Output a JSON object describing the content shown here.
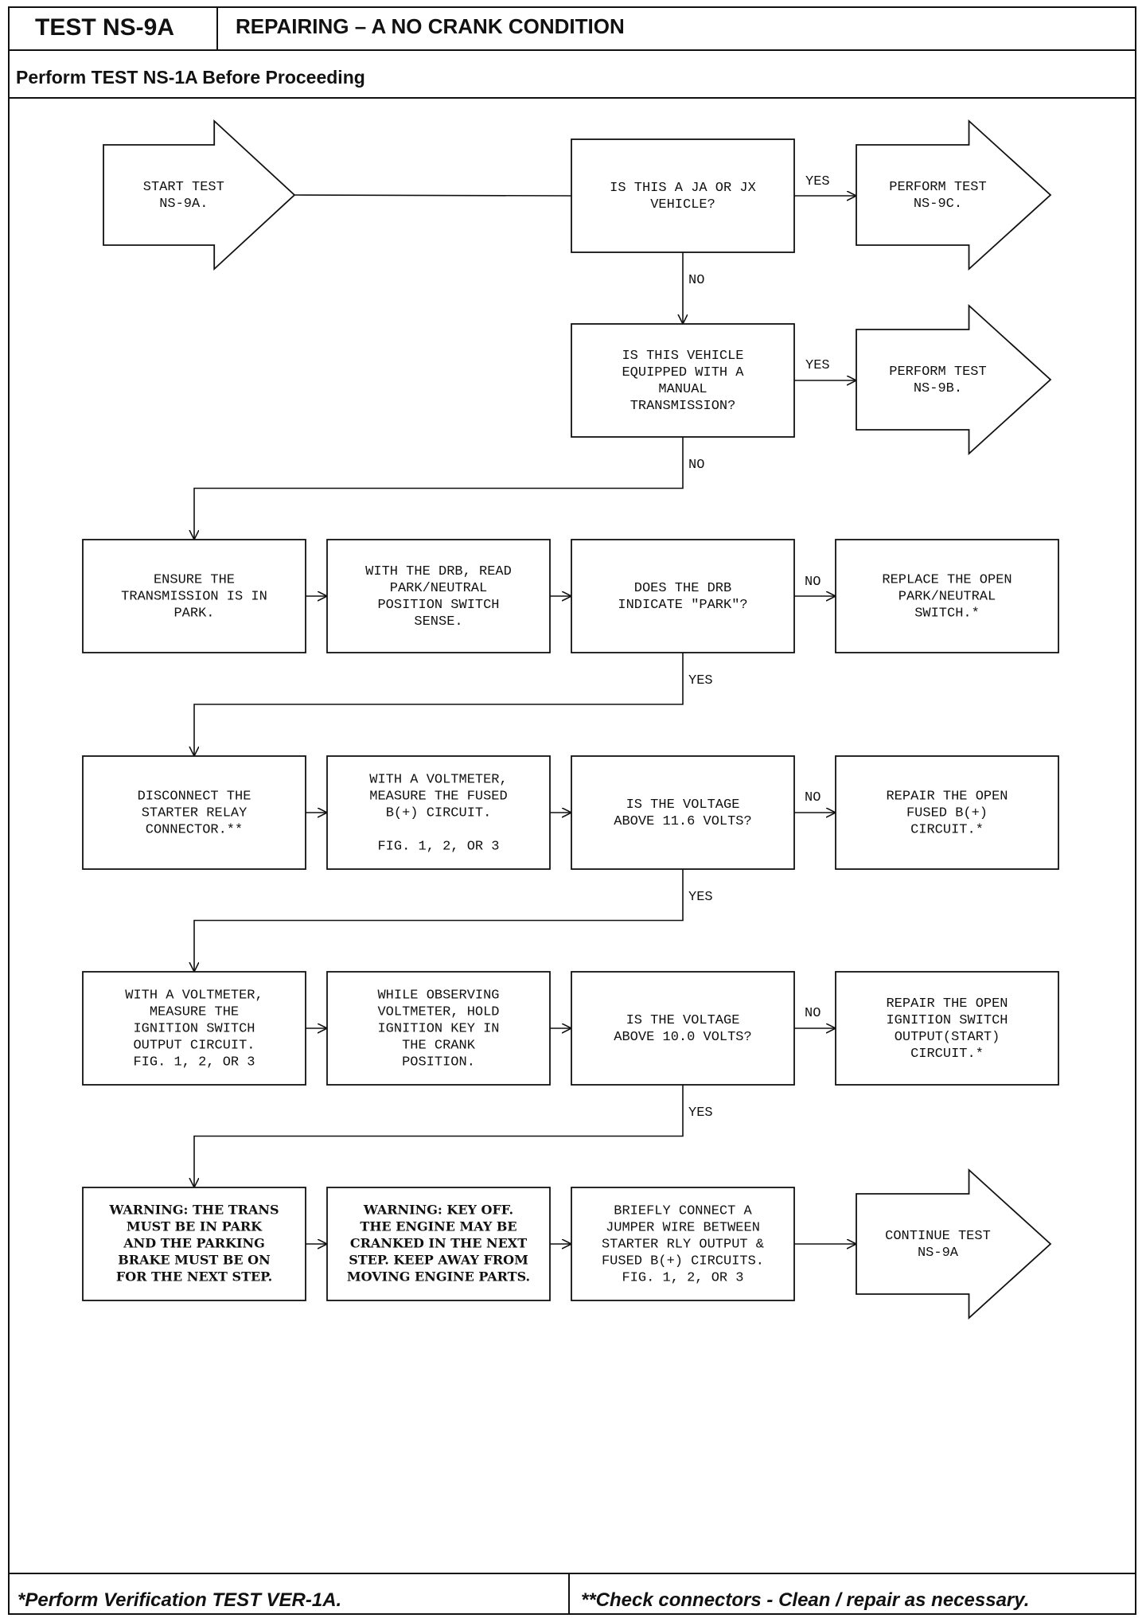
{
  "header": {
    "test_id": "TEST NS-9A",
    "title": "REPAIRING – A NO CRANK CONDITION",
    "prerequisite": "Perform TEST NS-1A Before Proceeding"
  },
  "footer": {
    "left_note": "*Perform Verification TEST VER-1A.",
    "right_note": "**Check connectors - Clean / repair as necessary."
  },
  "nodes": [
    {
      "id": "start",
      "shape": "arrow",
      "lines": [
        "START TEST",
        "NS-9A."
      ],
      "bold": false
    },
    {
      "id": "q1",
      "shape": "box",
      "lines": [
        "IS THIS A JA OR JX",
        "VEHICLE?"
      ],
      "bold": false
    },
    {
      "id": "p9c",
      "shape": "arrow",
      "lines": [
        "PERFORM TEST",
        "NS-9C."
      ],
      "bold": false
    },
    {
      "id": "q2",
      "shape": "box",
      "lines": [
        "IS THIS VEHICLE",
        "EQUIPPED WITH A",
        "MANUAL",
        "TRANSMISSION?"
      ],
      "bold": false
    },
    {
      "id": "p9b",
      "shape": "arrow",
      "lines": [
        "PERFORM TEST",
        "NS-9B."
      ],
      "bold": false
    },
    {
      "id": "r3a",
      "shape": "box",
      "lines": [
        "ENSURE THE",
        "TRANSMISSION IS IN",
        "PARK."
      ],
      "bold": false
    },
    {
      "id": "r3b",
      "shape": "box",
      "lines": [
        "WITH THE DRB, READ",
        "PARK/NEUTRAL",
        "POSITION SWITCH",
        "SENSE."
      ],
      "bold": false
    },
    {
      "id": "r3c",
      "shape": "box",
      "lines": [
        "DOES THE DRB",
        "INDICATE \"PARK\"?"
      ],
      "bold": false
    },
    {
      "id": "r3d",
      "shape": "box",
      "lines": [
        "REPLACE THE OPEN",
        "PARK/NEUTRAL",
        "SWITCH.*"
      ],
      "bold": false
    },
    {
      "id": "r4a",
      "shape": "box",
      "lines": [
        "DISCONNECT THE",
        "STARTER RELAY",
        "CONNECTOR.**"
      ],
      "bold": false
    },
    {
      "id": "r4b",
      "shape": "box",
      "lines": [
        "WITH A VOLTMETER,",
        "MEASURE THE FUSED",
        "B(+) CIRCUIT.",
        "",
        "FIG. 1, 2, OR 3"
      ],
      "bold": false
    },
    {
      "id": "r4c",
      "shape": "box",
      "lines": [
        "IS THE VOLTAGE",
        "ABOVE 11.6 VOLTS?"
      ],
      "bold": false
    },
    {
      "id": "r4d",
      "shape": "box",
      "lines": [
        "REPAIR THE OPEN",
        "FUSED B(+)",
        "CIRCUIT.*"
      ],
      "bold": false
    },
    {
      "id": "r5a",
      "shape": "box",
      "lines": [
        "WITH A VOLTMETER,",
        "MEASURE THE",
        "IGNITION SWITCH",
        "OUTPUT CIRCUIT.",
        "FIG. 1, 2, OR 3"
      ],
      "bold": false
    },
    {
      "id": "r5b",
      "shape": "box",
      "lines": [
        "WHILE OBSERVING",
        "VOLTMETER, HOLD",
        "IGNITION KEY IN",
        "THE CRANK",
        "POSITION."
      ],
      "bold": false
    },
    {
      "id": "r5c",
      "shape": "box",
      "lines": [
        "IS THE VOLTAGE",
        "ABOVE 10.0 VOLTS?"
      ],
      "bold": false
    },
    {
      "id": "r5d",
      "shape": "box",
      "lines": [
        "REPAIR THE OPEN",
        "IGNITION SWITCH",
        "OUTPUT(START)",
        "CIRCUIT.*"
      ],
      "bold": false
    },
    {
      "id": "r6a",
      "shape": "box",
      "lines": [
        "WARNING: THE TRANS",
        "MUST BE IN PARK",
        "AND THE PARKING",
        "BRAKE MUST BE ON",
        "FOR THE NEXT STEP."
      ],
      "bold": true
    },
    {
      "id": "r6b",
      "shape": "box",
      "lines": [
        "WARNING: KEY OFF.",
        "THE ENGINE MAY BE",
        "CRANKED IN THE NEXT",
        "STEP. KEEP AWAY FROM",
        "MOVING ENGINE PARTS."
      ],
      "bold": true
    },
    {
      "id": "r6c",
      "shape": "box",
      "lines": [
        "BRIEFLY CONNECT A",
        "JUMPER WIRE BETWEEN",
        "STARTER RLY OUTPUT &",
        "FUSED B(+) CIRCUITS.",
        "FIG. 1, 2, OR 3"
      ],
      "bold": false
    },
    {
      "id": "r6d",
      "shape": "arrow",
      "lines": [
        "CONTINUE TEST",
        "NS-9A"
      ],
      "bold": false
    }
  ],
  "labels": {
    "q1_yes": "YES",
    "q1_no": "NO",
    "q2_yes": "YES",
    "q2_no": "NO",
    "r3_no": "NO",
    "r3_yes": "YES",
    "r4_no": "NO",
    "r4_yes": "YES",
    "r5_no": "NO",
    "r5_yes": "YES"
  }
}
